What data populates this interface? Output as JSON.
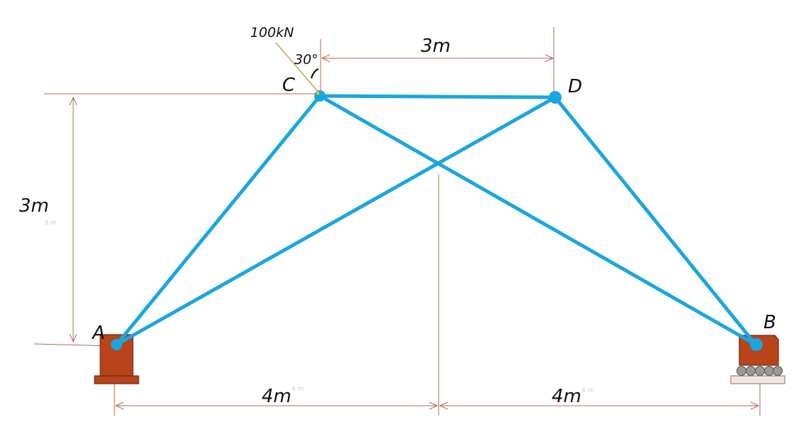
{
  "diagram": {
    "nodes": [
      {
        "id": "A",
        "label": "A",
        "support": "pin"
      },
      {
        "id": "B",
        "label": "B",
        "support": "roller"
      },
      {
        "id": "C",
        "label": "C",
        "support": "none"
      },
      {
        "id": "D",
        "label": "D",
        "support": "none"
      }
    ],
    "members": [
      {
        "from": "A",
        "to": "C"
      },
      {
        "from": "A",
        "to": "D"
      },
      {
        "from": "C",
        "to": "D"
      },
      {
        "from": "C",
        "to": "B"
      },
      {
        "from": "D",
        "to": "B"
      }
    ],
    "load": {
      "node": "C",
      "label": "100kN",
      "angle_label": "30°"
    },
    "dimensions": {
      "top_span": "3m",
      "height": "3m",
      "left_span": "4m",
      "right_span": "4m",
      "faint_height": "3 m",
      "faint_left": "4 m",
      "faint_right": "4 m"
    },
    "colors": {
      "member": "#1aa6df",
      "joint": "#1aa6df",
      "support": "#b9441c",
      "support_outline": "#6b2a10",
      "dimension": "#b06a55",
      "load_line": "#c9a94a",
      "roller": "#9a9a9a"
    }
  }
}
